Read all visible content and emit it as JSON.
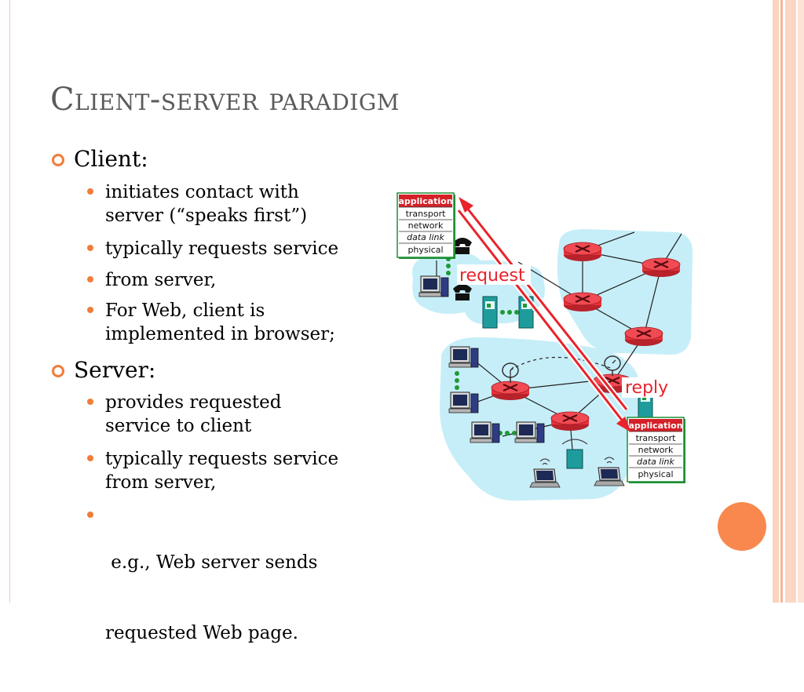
{
  "slide": {
    "title": "Client-server paradigm",
    "sections": [
      {
        "heading": "Client:",
        "bullets": [
          [
            "initiates contact with",
            "server (“speaks first”)"
          ],
          [
            "typically requests service"
          ],
          [
            "from server,"
          ],
          [
            "For Web, client is",
            "implemented in browser;"
          ]
        ]
      },
      {
        "heading": "Server:",
        "bullets": [
          [
            "provides requested",
            "service to client"
          ],
          [
            "typically requests service",
            "from server,"
          ],
          [
            " e.g., Web server sends",
            "requested Web page."
          ]
        ]
      }
    ]
  },
  "diagram": {
    "stack_layers": [
      "application",
      "transport",
      "network",
      "data link",
      "physical"
    ],
    "request_label": "request",
    "reply_label": "reply"
  },
  "colors": {
    "accent": "#f07d3a",
    "cloud": "#c6eef8",
    "router": "#e8323c",
    "arrow": "#e8232b",
    "stack_header": "#d42027",
    "stack_border": "#1e8f36"
  }
}
